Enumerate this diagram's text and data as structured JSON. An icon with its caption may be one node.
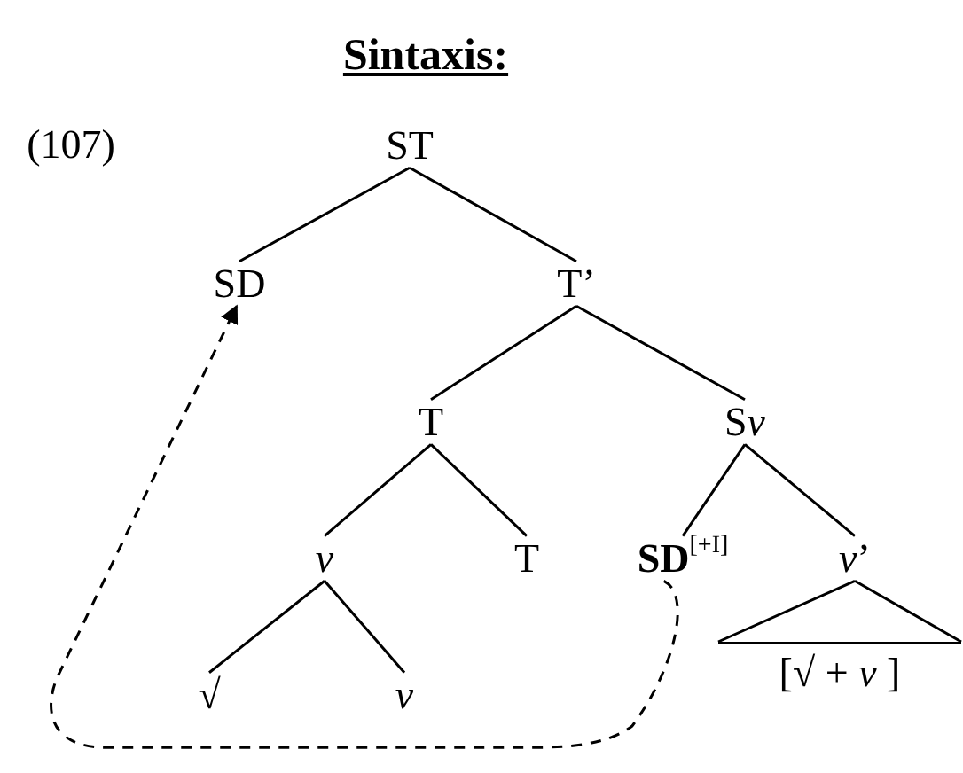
{
  "diagram": {
    "title": "Sintaxis:",
    "nodes": [
      {
        "text": [
          "ST"
        ]
      },
      {
        "text": [
          "SD"
        ]
      },
      {
        "text": [
          "T’"
        ]
      },
      {
        "text": [
          "T"
        ]
      },
      {
        "text": [
          "Sv"
        ]
      },
      {
        "text": [
          "v"
        ]
      },
      {
        "text": [
          "T"
        ]
      },
      {
        "text": [
          "**SD**$^{[+I]}$"
        ]
      },
      {
        "text": [
          "*v*’"
        ]
      },
      {
        "text": [
          "√"
        ]
      },
      {
        "text": [
          "v"
        ]
      },
      {
        "text": [
          "[√ + *v* ]"
        ]
      }
    ],
    "edges": [
      {
        "from": 0,
        "to": 1,
        "arrow": "none"
      },
      {
        "from": 0,
        "to": 2,
        "arrow": "none"
      },
      {
        "from": 2,
        "to": 3,
        "arrow": "none"
      },
      {
        "from": 2,
        "to": 4,
        "arrow": "none"
      },
      {
        "from": 3,
        "to": 5,
        "arrow": "none"
      },
      {
        "from": 3,
        "to": 6,
        "arrow": "none"
      },
      {
        "from": 4,
        "to": 7,
        "arrow": "none"
      },
      {
        "from": 4,
        "to": 8,
        "arrow": "none"
      },
      {
        "from": 5,
        "to": 9,
        "arrow": "none"
      },
      {
        "from": 5,
        "to": 10,
        "arrow": "none"
      },
      {
        "from": 8,
        "to": 11,
        "arrow": "none"
      },
      {
        "from": 7,
        "to": 1,
        "arrow": "to",
        "style": "dashed"
      }
    ],
    "labels": [
      "(107)"
    ]
  }
}
